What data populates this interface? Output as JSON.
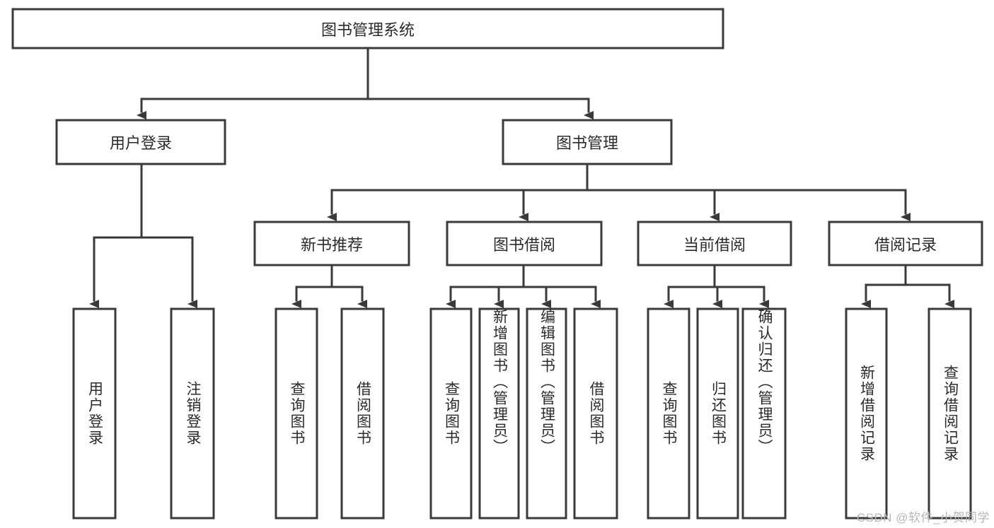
{
  "diagram": {
    "title": "图书管理系统",
    "type": "tree-hierarchy",
    "orientation": "top-down",
    "colors": {
      "box_fill": "#ffffff",
      "box_stroke": "#3a3a3a",
      "line": "#3a3a3a",
      "text": "#2b2b2b",
      "watermark": "#b7b7b7"
    }
  },
  "root": {
    "label": "图书管理系统"
  },
  "level2": [
    {
      "label": "用户登录"
    },
    {
      "label": "图书管理"
    }
  ],
  "level3": [
    {
      "label": "新书推荐"
    },
    {
      "label": "图书借阅"
    },
    {
      "label": "当前借阅"
    },
    {
      "label": "借阅记录"
    }
  ],
  "leaves": {
    "user_login": [
      {
        "label": "用户登录"
      },
      {
        "label": "注销登录"
      }
    ],
    "new_book_recommend": [
      {
        "label": "查询图书"
      },
      {
        "label": "借阅图书"
      }
    ],
    "book_borrow": [
      {
        "label": "查询图书"
      },
      {
        "label": "新增图书（管理员）"
      },
      {
        "label": "编辑图书（管理员）"
      },
      {
        "label": "借阅图书"
      }
    ],
    "current_borrow": [
      {
        "label": "查询图书"
      },
      {
        "label": "归还图书"
      },
      {
        "label": "确认归还（管理员）"
      }
    ],
    "borrow_record": [
      {
        "label": "新增借阅记录"
      },
      {
        "label": "查询借阅记录"
      }
    ]
  },
  "watermark": {
    "text": "CSDN @软件_小贺同学"
  }
}
